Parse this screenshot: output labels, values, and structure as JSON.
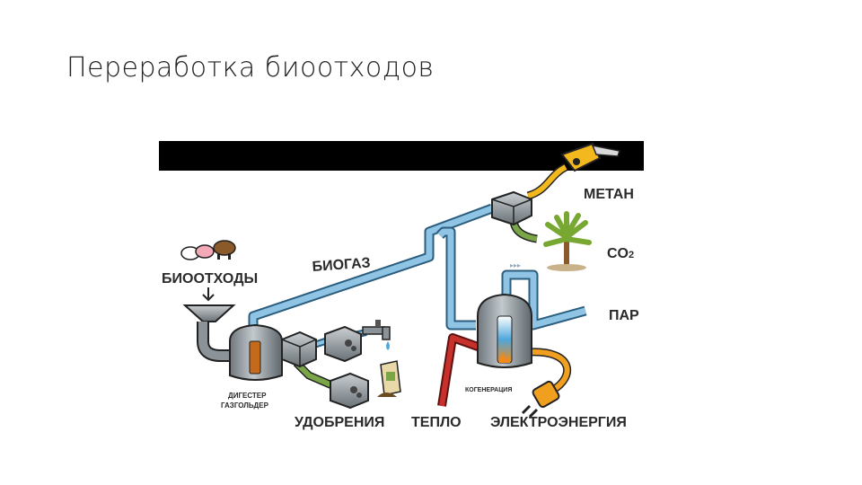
{
  "slide": {
    "title": "Переработка биоотходов"
  },
  "labels": {
    "metan": "МЕТАН",
    "co2": "CO",
    "co2_sub": "2",
    "par": "ПАР",
    "biogas": "БИОГАЗ",
    "biowaste": "БИООТХОДЫ",
    "digester_line1": "ДИГЕСТЕР",
    "digester_line2": "ГАЗГОЛЬДЕР",
    "cogeneration": "КОГЕНЕРАЦИЯ",
    "fertilizers": "УДОБРЕНИЯ",
    "heat": "ТЕПЛО",
    "electricity": "ЭЛЕКТРОЭНЕРГИЯ"
  },
  "icons": [
    "fuel-nozzle-icon",
    "tree-icon",
    "farm-animals-icon",
    "funnel-icon",
    "digester-tank-icon",
    "cogeneration-tank-icon",
    "water-tap-icon",
    "fertilizer-bag-icon",
    "power-plug-icon"
  ],
  "colors": {
    "gas_pipe": "#8fc4e4",
    "methane_pipe": "#f2b81e",
    "co2_pipe": "#7aa648",
    "heat_pipe": "#c8312b",
    "electric_cable": "#f0a01e",
    "equipment": "#8b9399",
    "top_bar": "#000000"
  }
}
